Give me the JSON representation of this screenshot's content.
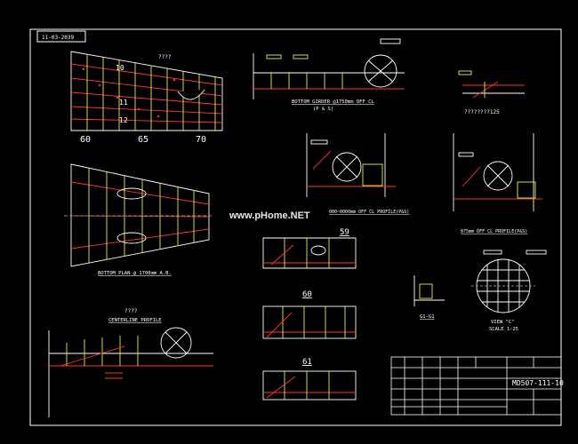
{
  "sheet_tag": "11-03-2039",
  "drawing_number": "MD507-111-10",
  "title_block_label": "",
  "watermark": "www.pHome.NET",
  "views": {
    "shell_expansion": {
      "label_top": "????",
      "panel_10": "10",
      "panel_11": "11",
      "panel_12": "12",
      "frame_60": "60",
      "frame_65": "65",
      "frame_70": "70"
    },
    "bottom_plan": {
      "caption": "BOTTOM PLAN @ 1700mm A.B."
    },
    "centerline_profile": {
      "label": "????",
      "caption": "CENTERLINE PROFILE"
    },
    "bottom_girder": {
      "caption": "BOTTOM GIRDER @1750mm OFF CL",
      "sub": "(P & S)"
    },
    "small_detail": {
      "caption": "????????125"
    },
    "profile_a": {
      "caption": "000~0000mm OFF CL PROFILE(P&S)"
    },
    "profile_b": {
      "caption": "875mm OFF CL PROFILE(P&S)"
    },
    "section_59": {
      "label": "59"
    },
    "section_60": {
      "label": "60"
    },
    "section_61": {
      "label": "61"
    },
    "section_view": {
      "label": "G1-G1"
    },
    "manhole": {
      "view": "VIEW \"C\"",
      "scale": "SCALE 1:25"
    }
  }
}
